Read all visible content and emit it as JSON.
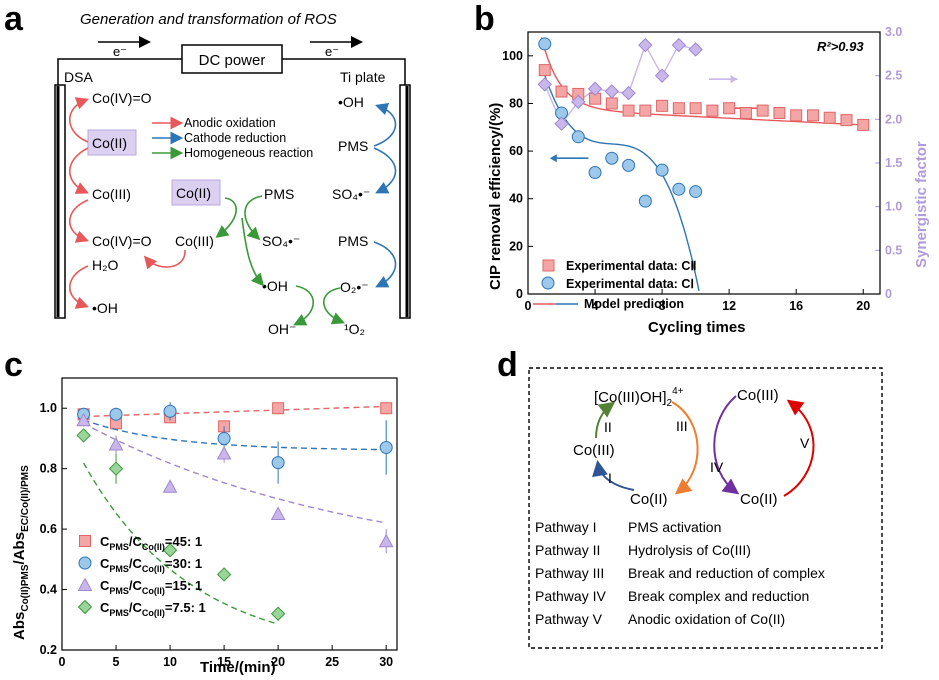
{
  "panels": {
    "a": "a",
    "b": "b",
    "c": "c",
    "d": "d"
  },
  "panel_a": {
    "title": "Generation and transformation of ROS",
    "power": "DC power",
    "electron": "e⁻",
    "anode": "DSA",
    "cathode": "Ti plate",
    "co4_top": "Co(IV)=O",
    "co2_box": "Co(II)",
    "co3": "Co(III)",
    "co4_bottom": "Co(IV)=O",
    "h2o": "H₂O",
    "oh_bottom": "•OH",
    "oh_top": "•OH",
    "pms1": "PMS",
    "so4_1": "SO₄•⁻",
    "pms2": "PMS",
    "o2rad": "O₂•⁻",
    "mid_co2": "Co(II)",
    "mid_pms": "PMS",
    "mid_co3": "Co(III)",
    "mid_so4": "SO₄•⁻",
    "mid_oh": "•OH",
    "ohminus": "OH⁻",
    "singlet": "¹O₂",
    "legend": [
      {
        "label": "Anodic oxidation",
        "color": "#e8585a"
      },
      {
        "label": "Cathode reduction",
        "color": "#2e75b6"
      },
      {
        "label": "Homogeneous reaction",
        "color": "#3a9a3a"
      }
    ]
  },
  "chart_data": [
    {
      "type": "scatter",
      "panel": "b",
      "xlabel": "Cycling times",
      "ylabel": "CIP removal efficiency/(%)",
      "y2label": "Synergistic factor",
      "annotation": "R²>0.93",
      "xlim": [
        0,
        21
      ],
      "ylim": [
        0,
        110
      ],
      "y2lim": [
        0,
        3.0
      ],
      "xticks": [
        "0",
        "4",
        "8",
        "12",
        "16",
        "20"
      ],
      "yticks": [
        "0",
        "20",
        "40",
        "60",
        "80",
        "100"
      ],
      "y2ticks": [
        "0",
        "0.5",
        "1.0",
        "1.5",
        "2.0",
        "2.5",
        "3.0"
      ],
      "series": [
        {
          "name": "Experimental data: CⅡ",
          "marker": "square",
          "color": "#f4a6a6",
          "x": [
            1,
            2,
            3,
            4,
            5,
            6,
            7,
            8,
            9,
            10,
            11,
            12,
            13,
            14,
            15,
            16,
            17,
            18,
            19,
            20
          ],
          "y": [
            94,
            85,
            84,
            82,
            80,
            77,
            77,
            79,
            78,
            78,
            77,
            78,
            76,
            77,
            76,
            75,
            75,
            74,
            73,
            71
          ]
        },
        {
          "name": "Experimental data: CⅠ",
          "marker": "circle",
          "color": "#9dc8ea",
          "x": [
            1,
            2,
            3,
            4,
            5,
            6,
            7,
            8,
            9,
            10
          ],
          "y": [
            105,
            76,
            66,
            51,
            57,
            54,
            39,
            52,
            44,
            43
          ]
        },
        {
          "name": "Synergistic factor",
          "axis": "y2",
          "marker": "diamond",
          "color": "#c9b6ea",
          "x": [
            1,
            2,
            3,
            4,
            5,
            6,
            7,
            8,
            9,
            10
          ],
          "y": [
            2.4,
            1.95,
            2.2,
            2.35,
            2.32,
            2.3,
            2.85,
            2.5,
            2.85,
            2.8
          ]
        }
      ],
      "legend": [
        "Experimental data: CⅡ",
        "Experimental data: CⅠ",
        "Model prediction"
      ]
    },
    {
      "type": "scatter",
      "panel": "c",
      "xlabel": "Time/(min)",
      "ylabel": "Abs Co(II)PMS / Abs EC/Co(II)/PMS",
      "xlim": [
        0,
        31
      ],
      "ylim": [
        0.2,
        1.1
      ],
      "xticks": [
        "0",
        "5",
        "10",
        "15",
        "20",
        "25",
        "30"
      ],
      "yticks": [
        "0.2",
        "0.4",
        "0.6",
        "0.8",
        "1.0"
      ],
      "x": [
        2,
        5,
        10,
        15,
        20,
        30
      ],
      "series": [
        {
          "name": "C_PMS/C_Co(II)=45: 1",
          "marker": "square",
          "color": "#f4a6a6",
          "values": [
            0.98,
            0.95,
            0.97,
            0.94,
            1.0,
            1.0
          ]
        },
        {
          "name": "C_PMS/C_Co(II)=30: 1",
          "marker": "circle",
          "color": "#9dc8ea",
          "values": [
            0.98,
            0.98,
            0.99,
            0.9,
            0.82,
            0.87
          ]
        },
        {
          "name": "C_PMS/C_Co(II)=15: 1",
          "marker": "triangle",
          "color": "#c9b6ea",
          "values": [
            0.96,
            0.88,
            0.74,
            0.85,
            0.65,
            0.56
          ]
        },
        {
          "name": "C_PMS/C_Co(II)=7.5: 1",
          "marker": "diamond",
          "color": "#9ad49a",
          "values": [
            0.91,
            0.8,
            0.53,
            0.45,
            0.32,
            null
          ]
        }
      ],
      "legend": [
        {
          "pre": "C",
          "s1": "PMS",
          "mid": "/C",
          "s2": "Co(II)",
          "post": "=45: 1"
        },
        {
          "pre": "C",
          "s1": "PMS",
          "mid": "/C",
          "s2": "Co(II)",
          "post": "=30: 1"
        },
        {
          "pre": "C",
          "s1": "PMS",
          "mid": "/C",
          "s2": "Co(II)",
          "post": "=15: 1"
        },
        {
          "pre": "C",
          "s1": "PMS",
          "mid": "/C",
          "s2": "Co(II)",
          "post": "=7.5: 1"
        }
      ]
    }
  ],
  "panel_d": {
    "complex": "[Co(III)OH]",
    "complex_charge": "2",
    "complex_charge_sup": "4+",
    "co3_left": "Co(III)",
    "co3_right": "Co(III)",
    "co2_left": "Co(II)",
    "co2_right": "Co(II)",
    "roman": [
      "I",
      "II",
      "III",
      "IV",
      "V"
    ],
    "pathways": [
      {
        "name": "Pathway I",
        "desc": "PMS activation",
        "color": "#2f5597"
      },
      {
        "name": "Pathway II",
        "desc": "Hydrolysis of Co(III)",
        "color": "#548235"
      },
      {
        "name": "Pathway III",
        "desc": "Break and reduction of complex",
        "color": "#ed7d31"
      },
      {
        "name": "Pathway IV",
        "desc": "Break complex and reduction",
        "color": "#7030a0"
      },
      {
        "name": "Pathway V",
        "desc": "Anodic oxidation of Co(II)",
        "color": "#e00000"
      }
    ]
  }
}
